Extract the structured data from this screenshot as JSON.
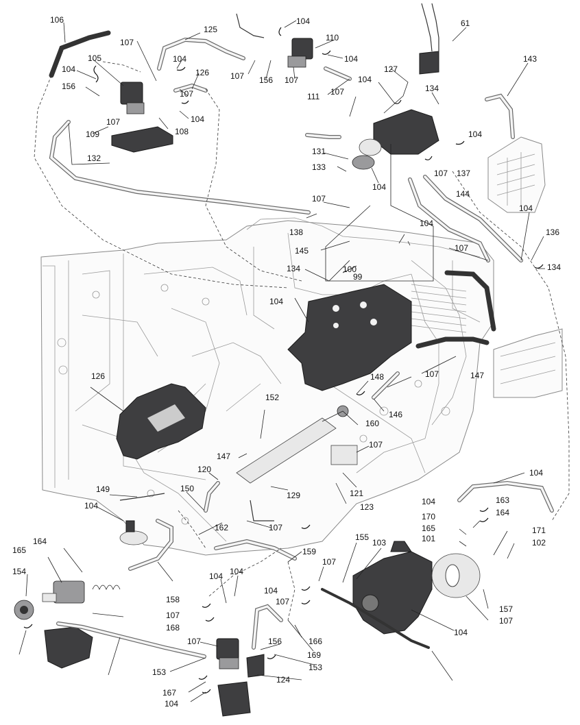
{
  "diagram": {
    "callouts": [
      "106",
      "104",
      "125",
      "107",
      "104",
      "110",
      "104",
      "61",
      "143",
      "105",
      "104",
      "126",
      "107",
      "156",
      "107",
      "111",
      "104",
      "127",
      "134",
      "156",
      "107",
      "107",
      "104",
      "108",
      "107",
      "109",
      "132",
      "131",
      "133",
      "104",
      "104",
      "107",
      "137",
      "107",
      "138",
      "104",
      "145",
      "144",
      "107",
      "104",
      "136",
      "134",
      "134",
      "100",
      "99",
      "104",
      "126",
      "148",
      "107",
      "152",
      "146",
      "160",
      "147",
      "107",
      "147",
      "120",
      "129",
      "149",
      "150",
      "121",
      "123",
      "104",
      "162",
      "107",
      "104",
      "104",
      "163",
      "164",
      "170",
      "165",
      "171",
      "101",
      "102",
      "164",
      "165",
      "155",
      "103",
      "159",
      "154",
      "107",
      "104",
      "104",
      "104",
      "107",
      "158",
      "107",
      "168",
      "169",
      "166",
      "157",
      "107",
      "104",
      "107",
      "156",
      "153",
      "153",
      "124",
      "167",
      "104"
    ]
  }
}
